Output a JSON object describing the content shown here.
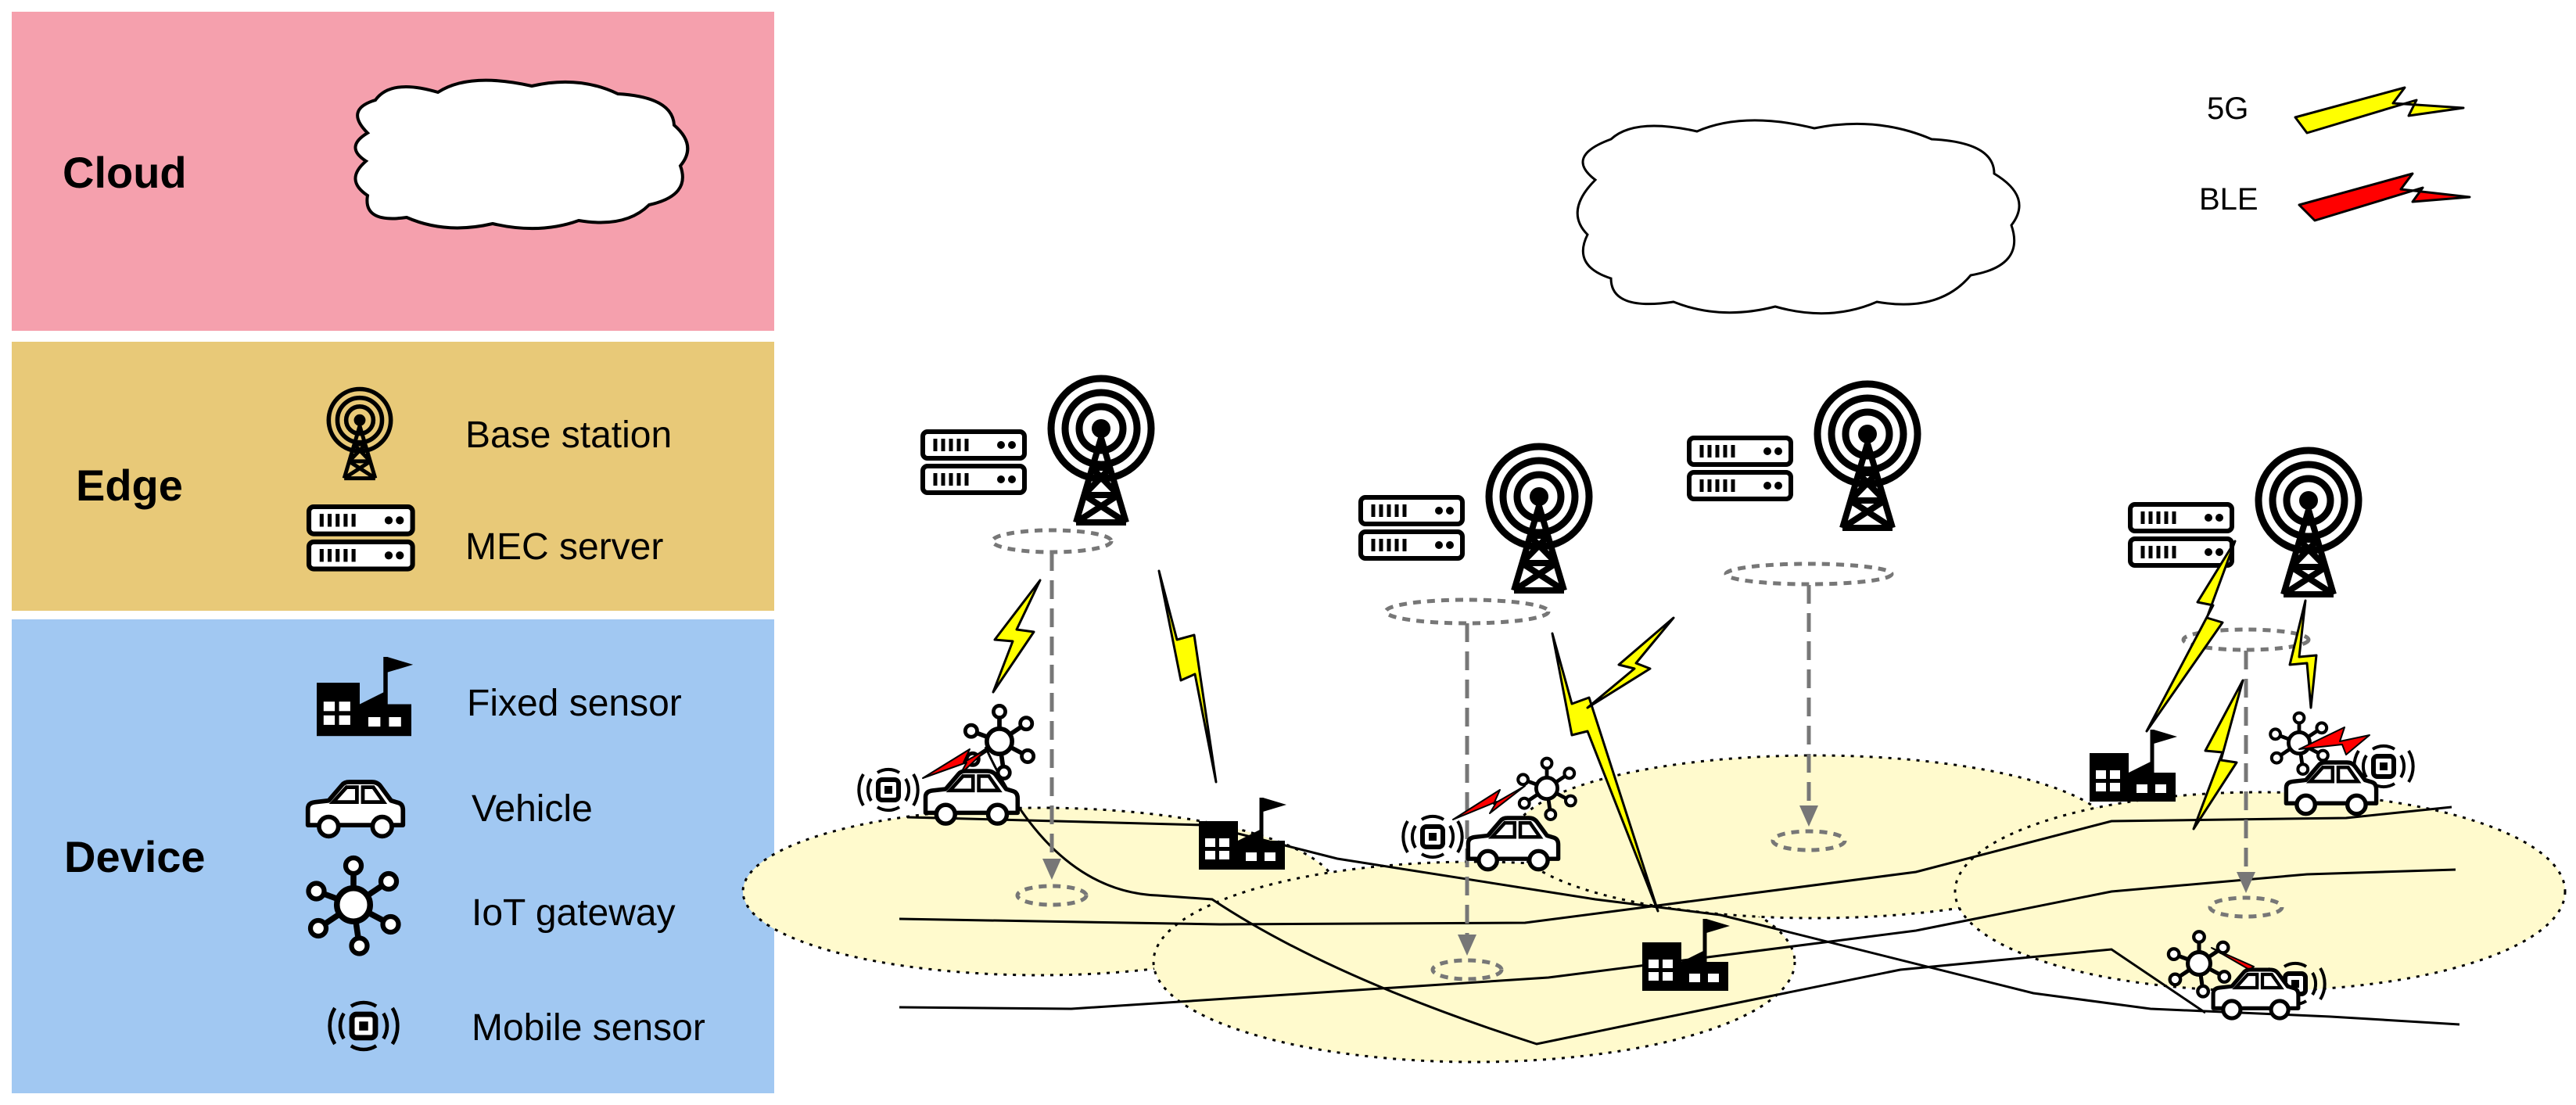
{
  "layers": {
    "cloud": {
      "label": "Cloud",
      "color": "#f5a0ad"
    },
    "edge": {
      "label": "Edge",
      "color": "#e8c978",
      "items": {
        "base_station": "Base station",
        "mec_server": "MEC server"
      }
    },
    "device": {
      "label": "Device",
      "color": "#a1c8f2",
      "items": {
        "fixed_sensor": "Fixed sensor",
        "vehicle": "Vehicle",
        "iot_gateway": "IoT gateway",
        "mobile_sensor": "Mobile sensor"
      }
    }
  },
  "link_key": {
    "fiveg": {
      "label": "5G",
      "color": "#ffff00"
    },
    "ble": {
      "label": "BLE",
      "color": "#ff0000"
    }
  },
  "coverage_color": "#fffacd",
  "icons": [
    "cloud-icon",
    "base-station-icon",
    "mec-server-icon",
    "fixed-sensor-icon",
    "vehicle-icon",
    "iot-gateway-icon",
    "mobile-sensor-icon",
    "lightning-icon"
  ]
}
